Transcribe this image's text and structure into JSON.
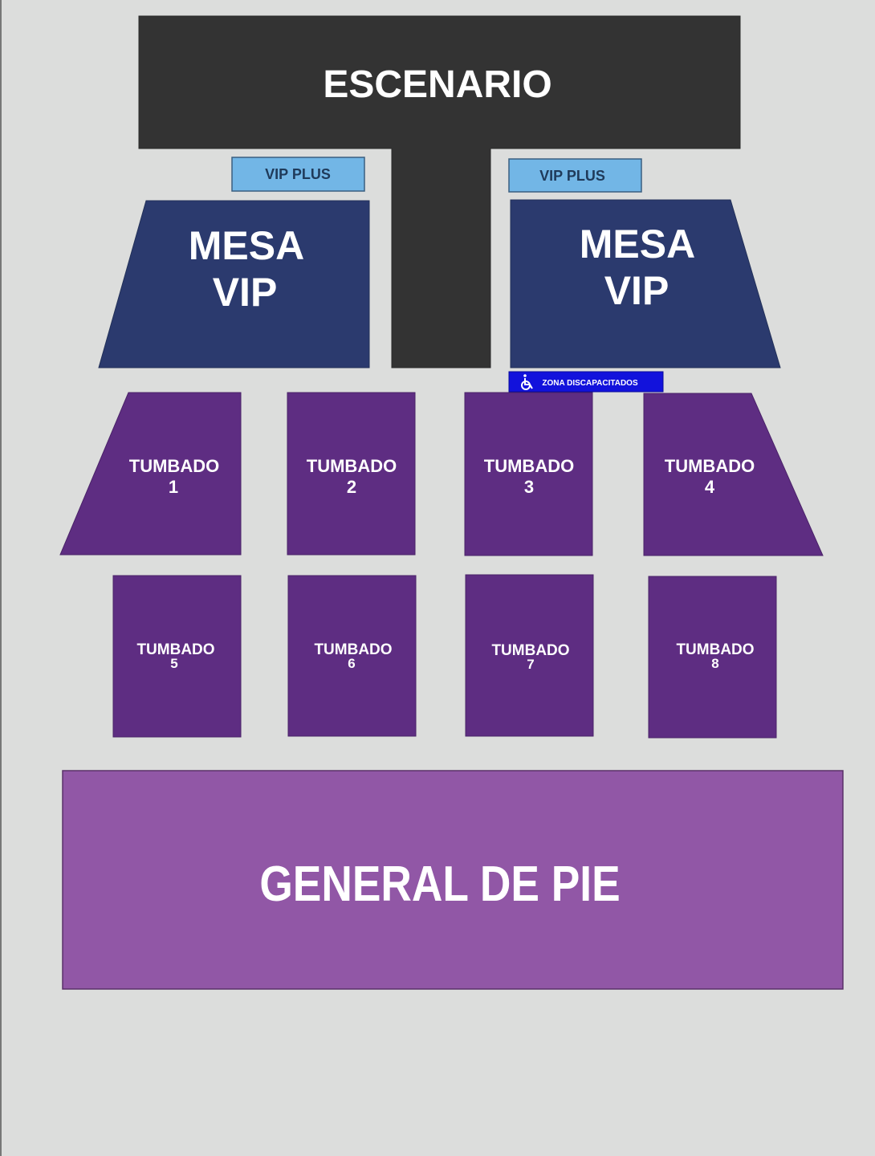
{
  "stage": {
    "label": "ESCENARIO"
  },
  "vip_plus": [
    {
      "label": "VIP PLUS"
    },
    {
      "label": "VIP PLUS"
    }
  ],
  "mesa_vip": [
    {
      "line1": "MESA",
      "line2": "VIP"
    },
    {
      "line1": "MESA",
      "line2": "VIP"
    }
  ],
  "accessibility": {
    "label": "ZONA DISCAPACITADOS",
    "icon": "wheelchair-icon"
  },
  "tumbado": [
    {
      "line1": "TUMBADO",
      "line2": "1"
    },
    {
      "line1": "TUMBADO",
      "line2": "2"
    },
    {
      "line1": "TUMBADO",
      "line2": "3"
    },
    {
      "line1": "TUMBADO",
      "line2": "4"
    },
    {
      "line1": "TUMBADO",
      "line2": "5"
    },
    {
      "line1": "TUMBADO",
      "line2": "6"
    },
    {
      "line1": "TUMBADO",
      "line2": "7"
    },
    {
      "line1": "TUMBADO",
      "line2": "8"
    }
  ],
  "general": {
    "label": "GENERAL DE PIE"
  },
  "colors": {
    "background": "#dcdddc",
    "stage": "#333333",
    "vip_plus": "#72b6e6",
    "mesa_vip": "#2b3a6e",
    "accessibility": "#1212dc",
    "tumbado": "#5e2d82",
    "general": "#9157a6"
  }
}
